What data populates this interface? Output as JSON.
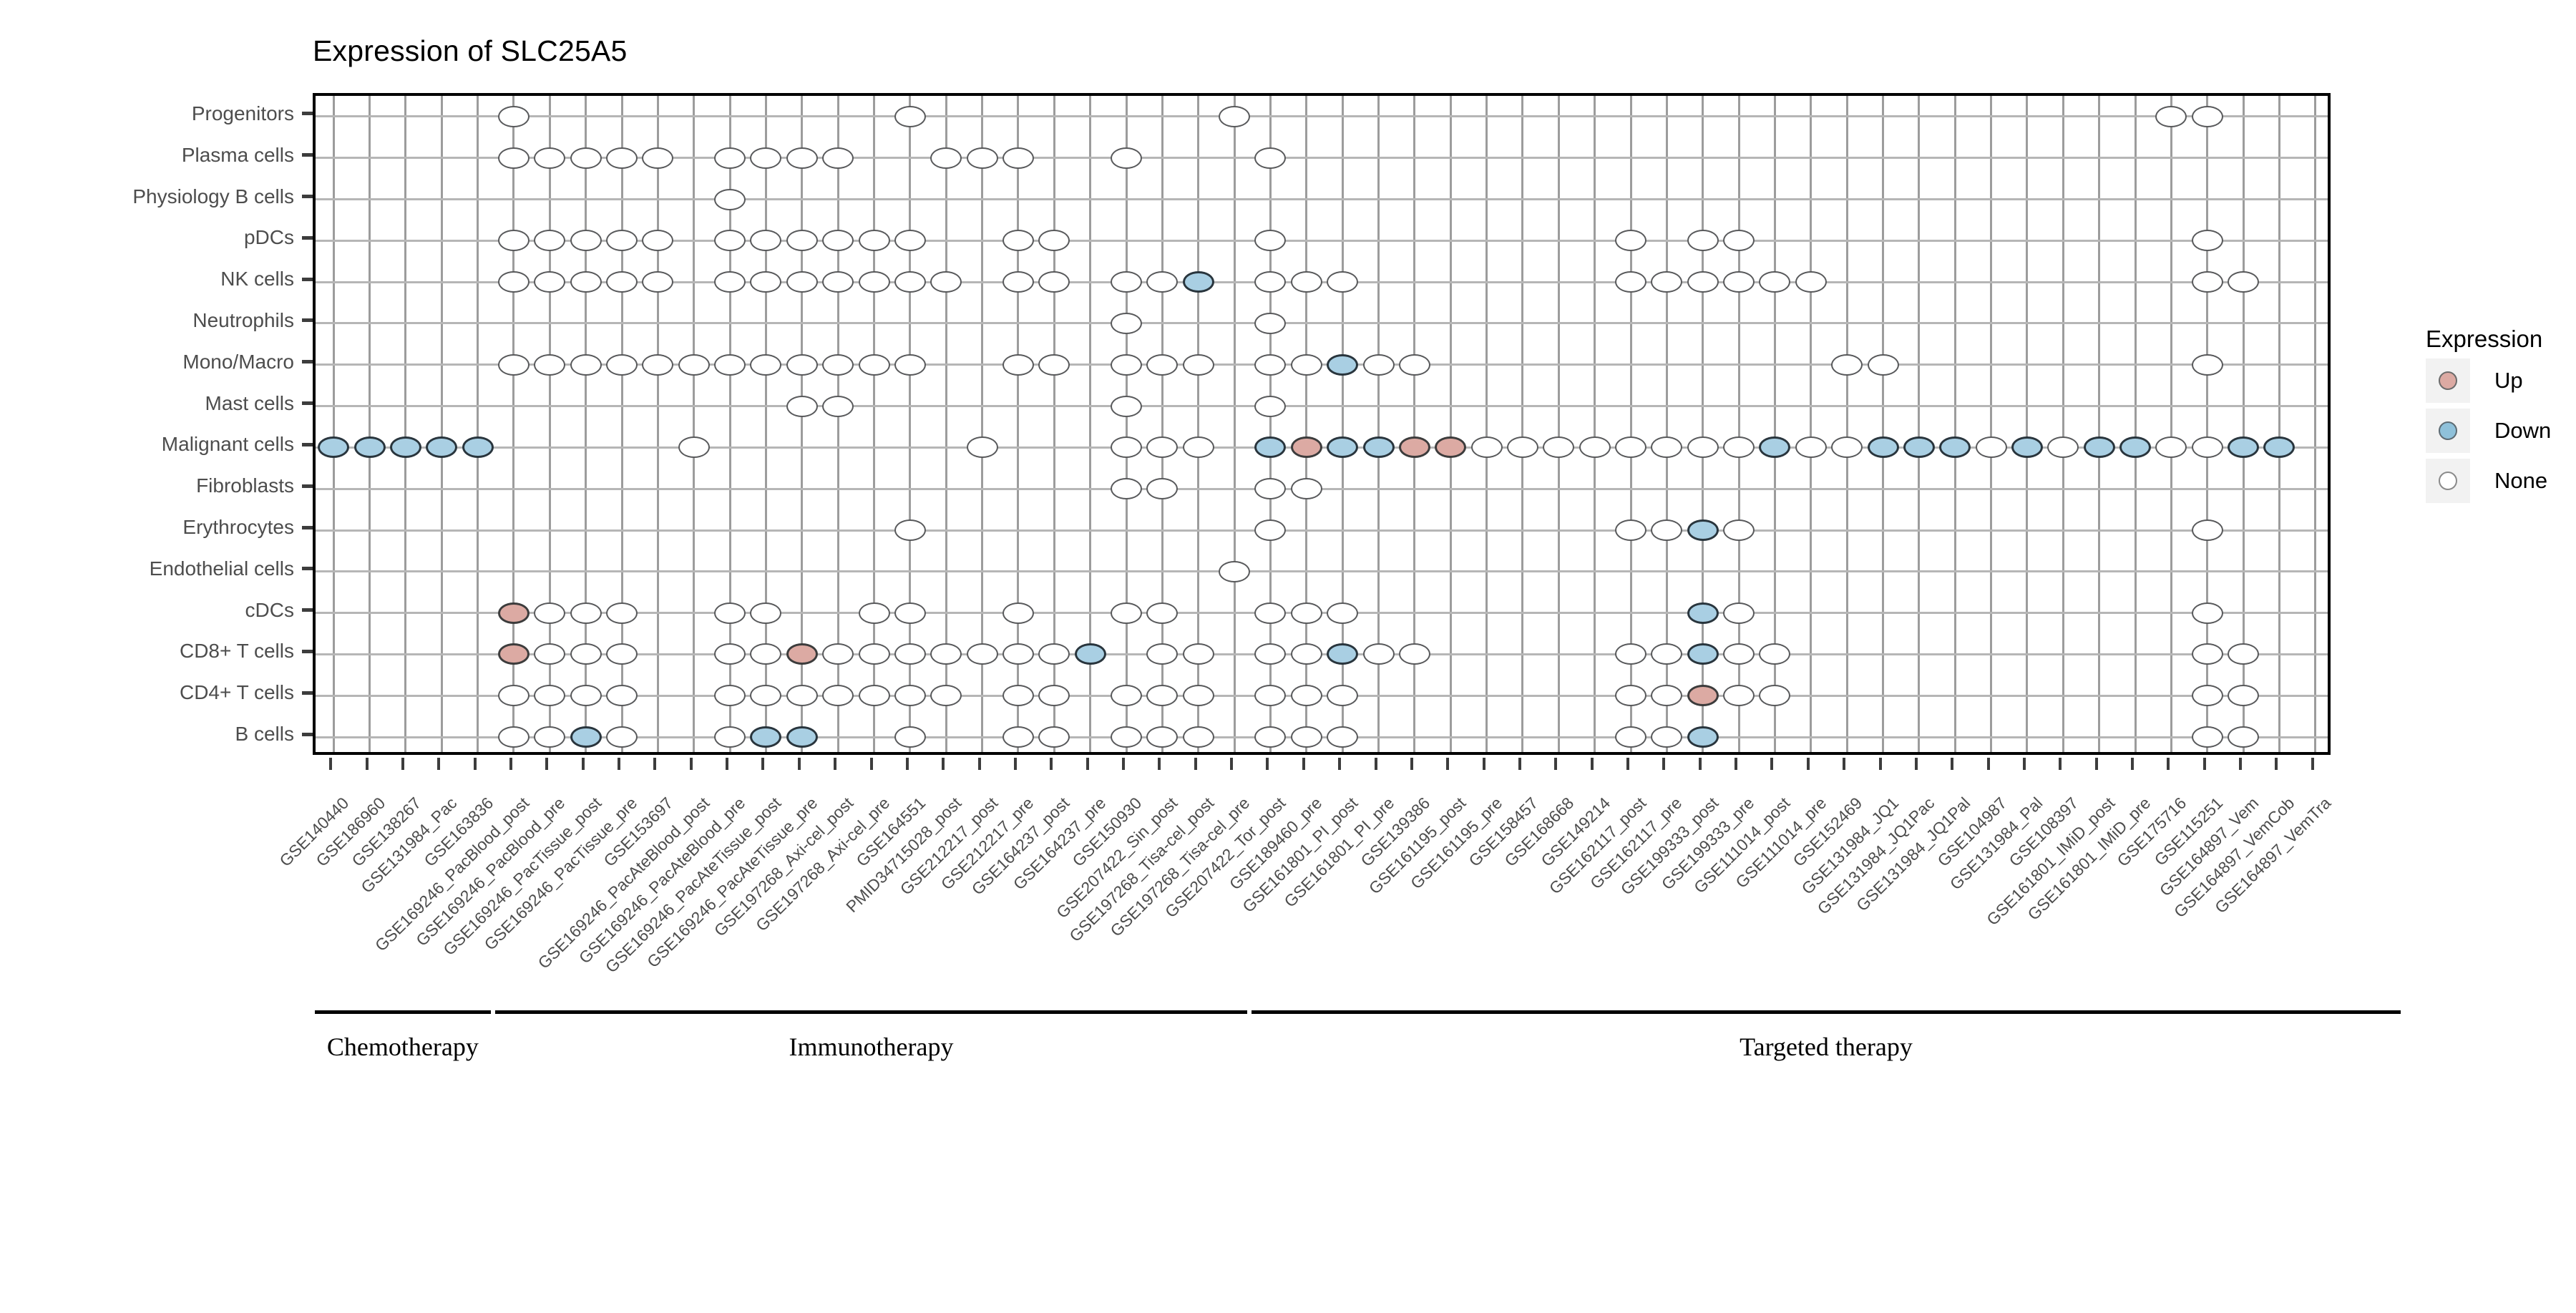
{
  "title": "Expression of SLC25A5",
  "legend": {
    "title": "Expression",
    "items": [
      {
        "label": "Up",
        "key": "up",
        "color": "#dcaaa3"
      },
      {
        "label": "Down",
        "key": "down",
        "color": "#8fc1da"
      },
      {
        "label": "None",
        "key": "none",
        "color": "#ffffff"
      }
    ]
  },
  "groups": [
    {
      "label": "Chemotherapy",
      "start": 0,
      "end": 4
    },
    {
      "label": "Immunotherapy",
      "start": 5,
      "end": 25
    },
    {
      "label": "Targeted therapy",
      "start": 26,
      "end": 57
    }
  ],
  "chart_data": {
    "type": "heatmap",
    "title": "Expression of SLC25A5",
    "xlabel": "",
    "ylabel": "",
    "legend_title": "Expression",
    "legend_entries": [
      "Up",
      "Down",
      "None"
    ],
    "colors": {
      "Up": "#dcaaa3",
      "Down": "#a9cfe3",
      "None": "#ffffff"
    },
    "grid": true,
    "legend_position": "right",
    "categories_y": [
      "Progenitors",
      "Plasma cells",
      "Physiology B cells",
      "pDCs",
      "NK cells",
      "Neutrophils",
      "Mono/Macro",
      "Mast cells",
      "Malignant cells",
      "Fibroblasts",
      "Erythrocytes",
      "Endothelial cells",
      "cDCs",
      "CD8+ T cells",
      "CD4+ T cells",
      "B cells"
    ],
    "categories_x": [
      "GSE140440",
      "GSE186960",
      "GSE138267",
      "GSE131984_Pac",
      "GSE163836",
      "GSE169246_PacBlood_post",
      "GSE169246_PacBlood_pre",
      "GSE169246_PacTissue_post",
      "GSE169246_PacTissue_pre",
      "GSE153697",
      "GSE169246_PacAteBlood_post",
      "GSE169246_PacAteBlood_pre",
      "GSE169246_PacAteTissue_post",
      "GSE169246_PacAteTissue_pre",
      "GSE197268_Axi-cel_post",
      "GSE197268_Axi-cel_pre",
      "GSE164551",
      "PMID34715028_post",
      "GSE212217_post",
      "GSE212217_pre",
      "GSE164237_post",
      "GSE164237_pre",
      "GSE150930",
      "GSE207422_Sin_post",
      "GSE197268_Tisa-cel_post",
      "GSE197268_Tisa-cel_pre",
      "GSE207422_Tor_post",
      "GSE189460_pre",
      "GSE161801_PI_post",
      "GSE161801_PI_pre",
      "GSE139386",
      "GSE161195_post",
      "GSE161195_pre",
      "GSE158457",
      "GSE168668",
      "GSE149214",
      "GSE162117_post",
      "GSE162117_pre",
      "GSE199333_post",
      "GSE199333_pre",
      "GSE111014_post",
      "GSE111014_pre",
      "GSE152469",
      "GSE131984_JQ1",
      "GSE131984_JQ1Pac",
      "GSE131984_JQ1Pal",
      "GSE104987",
      "GSE131984_Pal",
      "GSE108397",
      "GSE161801_IMiD_post",
      "GSE161801_IMiD_pre",
      "GSE175716",
      "GSE115251",
      "GSE164897_Vem",
      "GSE164897_VemCob",
      "GSE164897_VemTra"
    ],
    "cells": [
      {
        "r": 0,
        "states": {
          "5": "none",
          "16": "none",
          "25": "none",
          "51": "none",
          "52": "none"
        }
      },
      {
        "r": 1,
        "states": {
          "5": "none",
          "6": "none",
          "7": "none",
          "8": "none",
          "9": "none",
          "11": "none",
          "12": "none",
          "13": "none",
          "14": "none",
          "17": "none",
          "18": "none",
          "19": "none",
          "22": "none",
          "26": "none"
        }
      },
      {
        "r": 2,
        "states": {
          "11": "none"
        }
      },
      {
        "r": 3,
        "states": {
          "5": "none",
          "6": "none",
          "7": "none",
          "8": "none",
          "9": "none",
          "11": "none",
          "12": "none",
          "13": "none",
          "14": "none",
          "15": "none",
          "16": "none",
          "19": "none",
          "20": "none",
          "26": "none",
          "36": "none",
          "38": "none",
          "39": "none",
          "52": "none"
        }
      },
      {
        "r": 4,
        "states": {
          "5": "none",
          "6": "none",
          "7": "none",
          "8": "none",
          "9": "none",
          "11": "none",
          "12": "none",
          "13": "none",
          "14": "none",
          "15": "none",
          "16": "none",
          "17": "none",
          "19": "none",
          "20": "none",
          "22": "none",
          "23": "none",
          "24": "down",
          "26": "none",
          "27": "none",
          "28": "none",
          "36": "none",
          "37": "none",
          "38": "none",
          "39": "none",
          "40": "none",
          "41": "none",
          "52": "none",
          "53": "none"
        }
      },
      {
        "r": 5,
        "states": {
          "22": "none",
          "26": "none"
        }
      },
      {
        "r": 6,
        "states": {
          "5": "none",
          "6": "none",
          "7": "none",
          "8": "none",
          "9": "none",
          "10": "none",
          "11": "none",
          "12": "none",
          "13": "none",
          "14": "none",
          "15": "none",
          "16": "none",
          "19": "none",
          "20": "none",
          "22": "none",
          "23": "none",
          "24": "none",
          "26": "none",
          "27": "none",
          "28": "down",
          "29": "none",
          "30": "none",
          "42": "none",
          "43": "none",
          "52": "none"
        }
      },
      {
        "r": 7,
        "states": {
          "13": "none",
          "14": "none",
          "22": "none",
          "26": "none"
        }
      },
      {
        "r": 8,
        "states": {
          "0": "down",
          "1": "down",
          "2": "down",
          "3": "down",
          "4": "down",
          "10": "none",
          "18": "none",
          "22": "none",
          "23": "none",
          "24": "none",
          "26": "down",
          "27": "up",
          "28": "down",
          "29": "down",
          "30": "up",
          "31": "up",
          "32": "none",
          "33": "none",
          "34": "none",
          "35": "none",
          "36": "none",
          "37": "none",
          "38": "none",
          "39": "none",
          "40": "down",
          "41": "none",
          "42": "none",
          "43": "down",
          "44": "down",
          "45": "down",
          "46": "none",
          "47": "down",
          "48": "none",
          "49": "down",
          "50": "down",
          "51": "none",
          "52": "none",
          "53": "down",
          "54": "down"
        }
      },
      {
        "r": 9,
        "states": {
          "22": "none",
          "23": "none",
          "26": "none",
          "27": "none"
        }
      },
      {
        "r": 10,
        "states": {
          "16": "none",
          "26": "none",
          "36": "none",
          "37": "none",
          "38": "down",
          "39": "none",
          "52": "none"
        }
      },
      {
        "r": 11,
        "states": {
          "25": "none"
        }
      },
      {
        "r": 12,
        "states": {
          "5": "up",
          "6": "none",
          "7": "none",
          "8": "none",
          "11": "none",
          "12": "none",
          "15": "none",
          "16": "none",
          "19": "none",
          "22": "none",
          "23": "none",
          "26": "none",
          "27": "none",
          "28": "none",
          "38": "down",
          "39": "none",
          "52": "none"
        }
      },
      {
        "r": 13,
        "states": {
          "5": "up",
          "6": "none",
          "7": "none",
          "8": "none",
          "11": "none",
          "12": "none",
          "13": "up",
          "14": "none",
          "15": "none",
          "16": "none",
          "17": "none",
          "18": "none",
          "19": "none",
          "20": "none",
          "21": "down",
          "23": "none",
          "24": "none",
          "26": "none",
          "27": "none",
          "28": "down",
          "29": "none",
          "30": "none",
          "36": "none",
          "37": "none",
          "38": "down",
          "39": "none",
          "40": "none",
          "52": "none",
          "53": "none"
        }
      },
      {
        "r": 14,
        "states": {
          "5": "none",
          "6": "none",
          "7": "none",
          "8": "none",
          "11": "none",
          "12": "none",
          "13": "none",
          "14": "none",
          "15": "none",
          "16": "none",
          "17": "none",
          "19": "none",
          "20": "none",
          "22": "none",
          "23": "none",
          "24": "none",
          "26": "none",
          "27": "none",
          "28": "none",
          "36": "none",
          "37": "none",
          "38": "up",
          "39": "none",
          "40": "none",
          "52": "none",
          "53": "none"
        }
      },
      {
        "r": 15,
        "states": {
          "5": "none",
          "6": "none",
          "7": "down",
          "8": "none",
          "11": "none",
          "12": "down",
          "13": "down",
          "16": "none",
          "19": "none",
          "20": "none",
          "22": "none",
          "23": "none",
          "24": "none",
          "26": "none",
          "27": "none",
          "28": "none",
          "36": "none",
          "37": "none",
          "38": "down",
          "52": "none",
          "53": "none"
        }
      }
    ]
  }
}
